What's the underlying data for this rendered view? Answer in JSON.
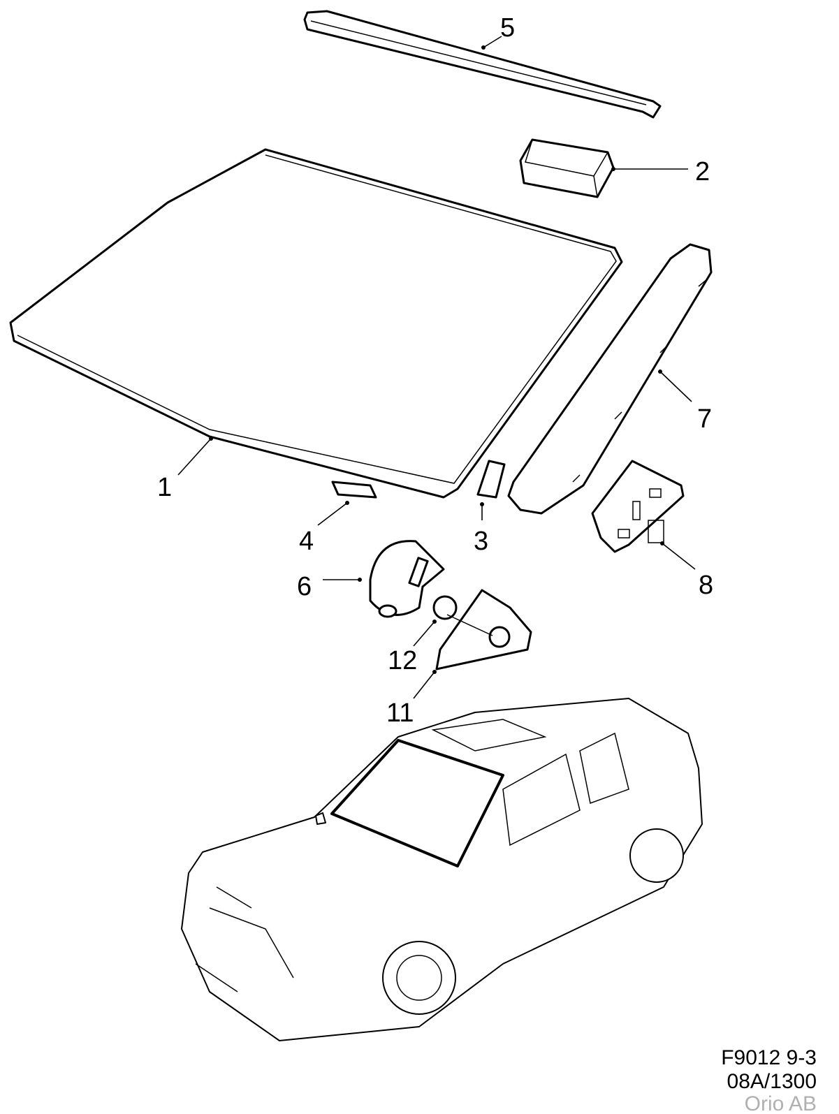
{
  "diagram": {
    "callouts": [
      {
        "id": "1",
        "label": "1"
      },
      {
        "id": "2",
        "label": "2"
      },
      {
        "id": "3",
        "label": "3"
      },
      {
        "id": "4",
        "label": "4"
      },
      {
        "id": "5",
        "label": "5"
      },
      {
        "id": "6",
        "label": "6"
      },
      {
        "id": "7",
        "label": "7"
      },
      {
        "id": "8",
        "label": "8"
      },
      {
        "id": "11",
        "label": "11"
      },
      {
        "id": "12",
        "label": "12"
      }
    ]
  },
  "footer": {
    "figure_ref": "F9012 9-3",
    "code": "08A/1300",
    "publisher": "Orio AB",
    "publisher_color": "#b0b0b0"
  }
}
